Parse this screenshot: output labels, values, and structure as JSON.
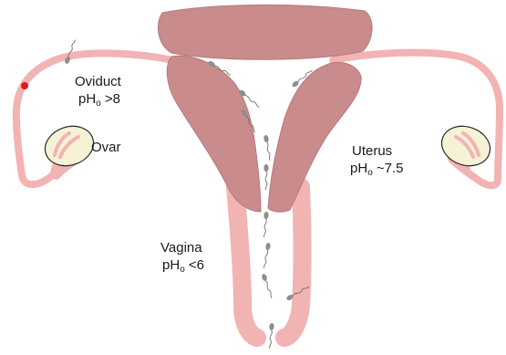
{
  "colors": {
    "uterus_wall": "#c98b8c",
    "uterus_outline": "#b57a7b",
    "tube": "#f2b3b3",
    "ovary_fill": "#f6f2d6",
    "ovary_outline": "#2a2a2a",
    "sperm": "#8e8e8e",
    "egg": "#e3141c"
  },
  "labels": {
    "oviduct": {
      "name": "Oviduct",
      "ph_prefix": "pH",
      "ph_sub": "o",
      "ph_value": " >8"
    },
    "ovar": {
      "name": "Ovar"
    },
    "uterus": {
      "name": "Uterus",
      "ph_prefix": "pH",
      "ph_sub": "o",
      "ph_value": " ~7.5"
    },
    "vagina": {
      "name": "Vagina",
      "ph_prefix": "pH",
      "ph_sub": "o",
      "ph_value": " <6"
    }
  },
  "icons": {
    "sperm": "sperm-icon",
    "egg": "egg-cell-icon",
    "ovary": "ovary-icon"
  }
}
